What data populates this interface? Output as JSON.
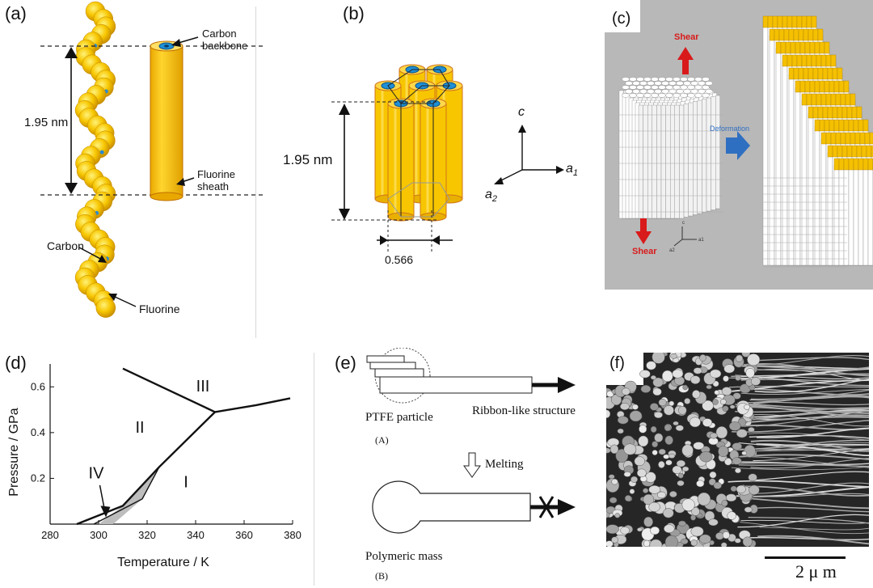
{
  "panels": {
    "a": {
      "label": "(a)",
      "carbon_backbone": "Carbon backbone",
      "fluorine_sheath": "Fluorine sheath",
      "length": "1.95 nm",
      "carbon": "Carbon",
      "fluorine": "Fluorine"
    },
    "b": {
      "label": "(b)",
      "length": "1.95 nm",
      "axis_c": "c",
      "axis_a1": "a",
      "axis_a1_sub": "1",
      "axis_a2": "a",
      "axis_a2_sub": "2"
    },
    "c": {
      "label": "(c)",
      "shear_top": "Shear",
      "shear_bottom": "Shear",
      "deformation": "Deformation"
    },
    "d": {
      "label": "(d)"
    },
    "e": {
      "label": "(e)",
      "ptfe_particle": "PTFE particle",
      "ribbon": "Ribbon-like structure",
      "sub_a": "(A)",
      "melting": "Melting",
      "polymeric_mass": "Polymeric mass",
      "sub_b": "(B)"
    },
    "f": {
      "label": "(f)",
      "scale_bar": "2 μ m"
    }
  },
  "chart_data": {
    "type": "line",
    "xlabel": "Temperature / K",
    "ylabel": "Pressure / GPa",
    "xlim": [
      280,
      380
    ],
    "ylim": [
      0,
      0.7
    ],
    "xticks": [
      280,
      300,
      320,
      340,
      360,
      380
    ],
    "yticks": [
      0.2,
      0.4,
      0.6
    ],
    "series": [
      {
        "points": [
          [
            291,
            0.0
          ],
          [
            310,
            0.08
          ],
          [
            325,
            0.25
          ],
          [
            348,
            0.49
          ]
        ]
      },
      {
        "points": [
          [
            348,
            0.49
          ],
          [
            326,
            0.6
          ],
          [
            310,
            0.68
          ]
        ]
      },
      {
        "points": [
          [
            348,
            0.49
          ],
          [
            365,
            0.52
          ],
          [
            379,
            0.55
          ]
        ]
      },
      {
        "points": [
          [
            298,
            0.0
          ],
          [
            318,
            0.11
          ],
          [
            325,
            0.25
          ]
        ]
      }
    ],
    "shaded_region": {
      "points": [
        [
          300,
          0.0
        ],
        [
          310,
          0.08
        ],
        [
          325,
          0.25
        ],
        [
          318,
          0.11
        ],
        [
          306,
          0.0
        ]
      ],
      "color": "#bdbdbd"
    },
    "region_labels": [
      {
        "text": "I",
        "x": 336,
        "y": 0.16
      },
      {
        "text": "II",
        "x": 317,
        "y": 0.4
      },
      {
        "text": "III",
        "x": 343,
        "y": 0.58
      },
      {
        "text": "IV",
        "x": 299,
        "y": 0.2
      }
    ],
    "grid": false
  }
}
